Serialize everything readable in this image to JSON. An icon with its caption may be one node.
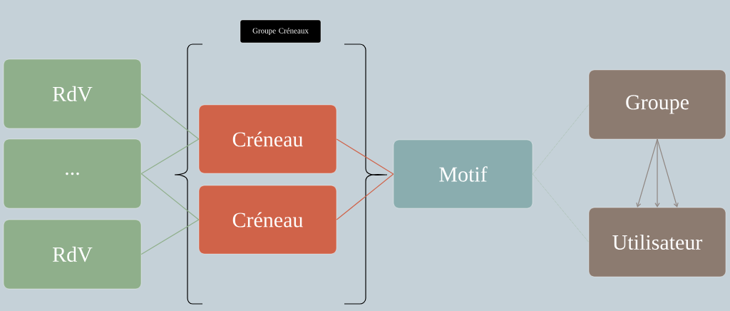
{
  "diagram": {
    "nodes": [
      {
        "text": [
          "RdV"
        ]
      },
      {
        "text": [
          "..."
        ]
      },
      {
        "text": [
          "RdV"
        ]
      },
      {
        "text": [
          "Créneau"
        ]
      },
      {
        "text": [
          "Créneau"
        ]
      },
      {
        "text": [
          "Motif"
        ]
      },
      {
        "text": [
          "Groupe"
        ]
      },
      {
        "text": [
          "Utilisateur"
        ]
      },
      {
        "text": [
          "Groupe Créneaux"
        ]
      }
    ],
    "edges": [
      {
        "from": 0,
        "to": 3,
        "arrow": "none"
      },
      {
        "from": 1,
        "to": 3,
        "arrow": "none"
      },
      {
        "from": 1,
        "to": 4,
        "arrow": "none"
      },
      {
        "from": 2,
        "to": 4,
        "arrow": "none"
      },
      {
        "from": 3,
        "to": 5,
        "arrow": "none",
        "color": "#d06349"
      },
      {
        "from": 4,
        "to": 5,
        "arrow": "none",
        "color": "#d06349"
      },
      {
        "from": 5,
        "to": 6,
        "arrow": "none",
        "style": "dashed"
      },
      {
        "from": 5,
        "to": 7,
        "arrow": "none",
        "style": "dashed"
      },
      {
        "from": 6,
        "to": 7,
        "arrow": "to",
        "color": "#8f8580"
      },
      {
        "from": 6,
        "to": 7,
        "arrow": "to",
        "color": "#8f8580"
      },
      {
        "from": 6,
        "to": 7,
        "arrow": "to",
        "color": "#8f8580"
      }
    ]
  }
}
